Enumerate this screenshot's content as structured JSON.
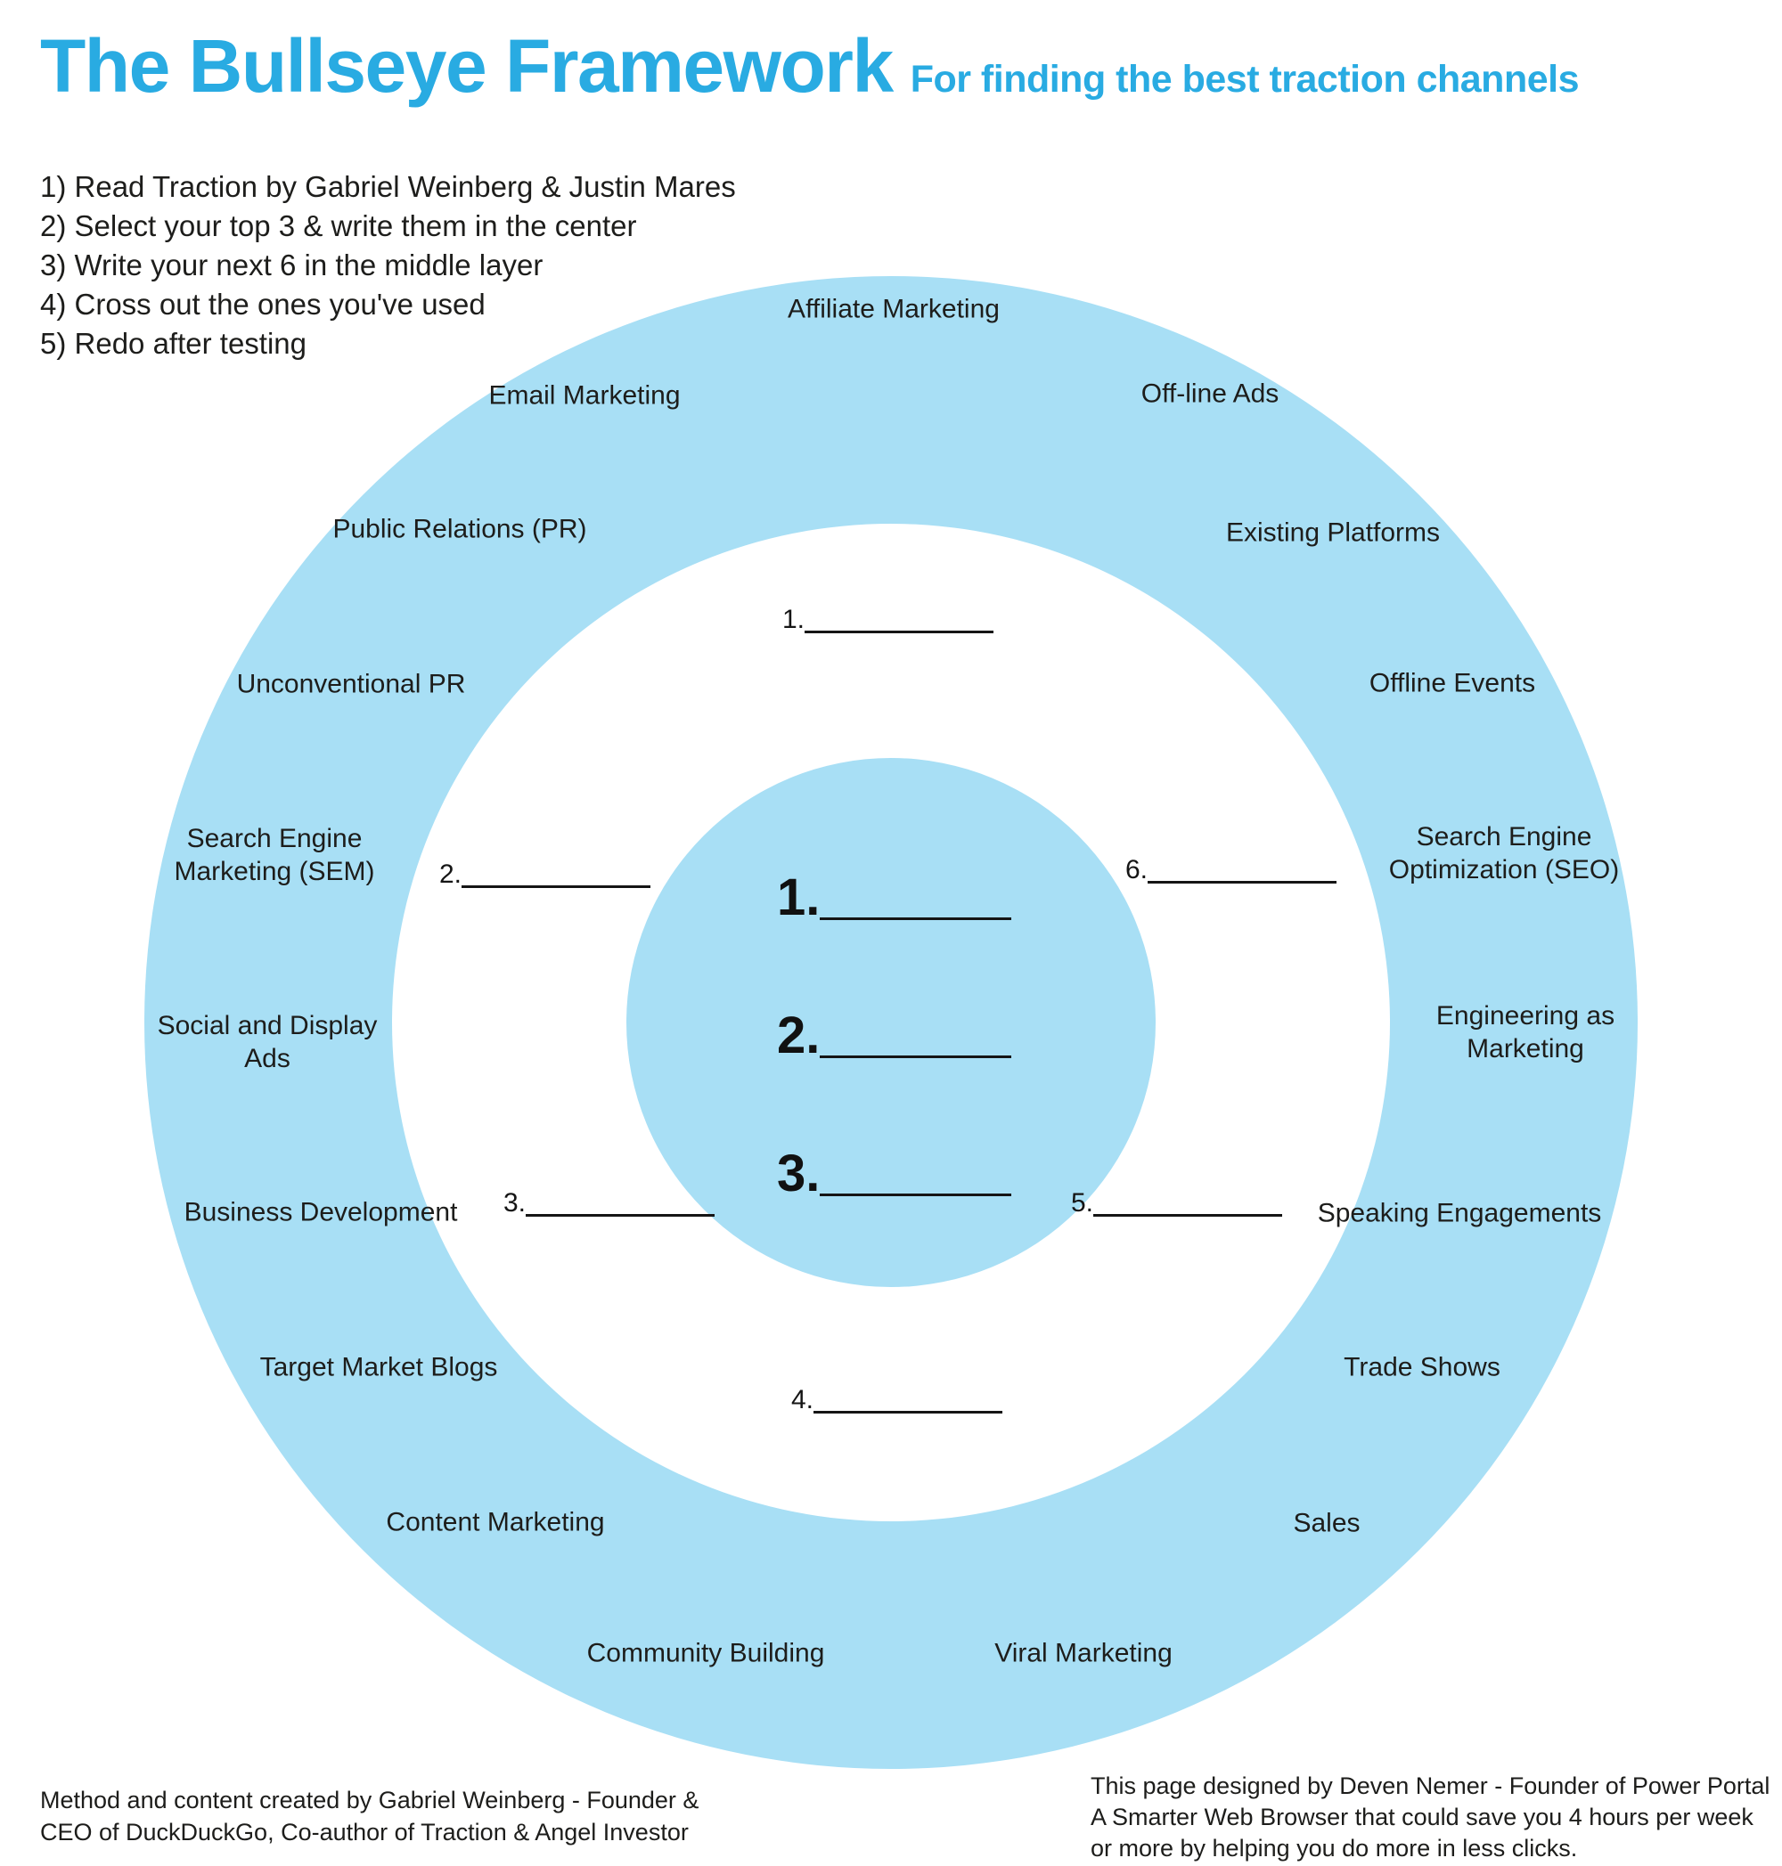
{
  "header": {
    "title": "The Bullseye Framework",
    "subtitle": "For finding the best traction channels"
  },
  "instructions": [
    "1) Read Traction by Gabriel Weinberg & Justin Mares",
    "2) Select your top 3 & write them in the center",
    "3) Write your next 6 in the middle layer",
    "4) Cross out the ones you've used",
    "5) Redo after testing"
  ],
  "outer_ring_channels": [
    {
      "text": "Affiliate Marketing"
    },
    {
      "text": "Email Marketing"
    },
    {
      "text": "Off-line Ads"
    },
    {
      "text": "Public Relations (PR)"
    },
    {
      "text": "Existing Platforms"
    },
    {
      "text": "Unconventional PR"
    },
    {
      "text": "Offline Events"
    },
    {
      "text": "Search Engine\nMarketing (SEM)"
    },
    {
      "text": "Search Engine\nOptimization (SEO)"
    },
    {
      "text": "Social and Display\nAds"
    },
    {
      "text": "Engineering as\nMarketing"
    },
    {
      "text": "Business Development"
    },
    {
      "text": "Speaking Engagements"
    },
    {
      "text": "Target Market Blogs"
    },
    {
      "text": "Trade Shows"
    },
    {
      "text": "Content Marketing"
    },
    {
      "text": "Sales"
    },
    {
      "text": "Community Building"
    },
    {
      "text": "Viral Marketing"
    }
  ],
  "middle_ring_slots": [
    {
      "number": "1."
    },
    {
      "number": "2."
    },
    {
      "number": "3."
    },
    {
      "number": "4."
    },
    {
      "number": "5."
    },
    {
      "number": "6."
    }
  ],
  "center_slots": [
    {
      "number": "1."
    },
    {
      "number": "2."
    },
    {
      "number": "3."
    }
  ],
  "footer": {
    "left_credit": "Method and content created by Gabriel Weinberg - Founder &\nCEO of DuckDuckGo, Co-author of Traction & Angel Investor",
    "right_credit": "This page designed by Deven Nemer - Founder of Power Portal\nA Smarter Web Browser that could save you 4 hours per week\nor more by helping you do more in less clicks."
  },
  "colors": {
    "accent_blue": "#29abe2",
    "ring_blue": "#a8dff5",
    "text": "#1d1d1b"
  }
}
